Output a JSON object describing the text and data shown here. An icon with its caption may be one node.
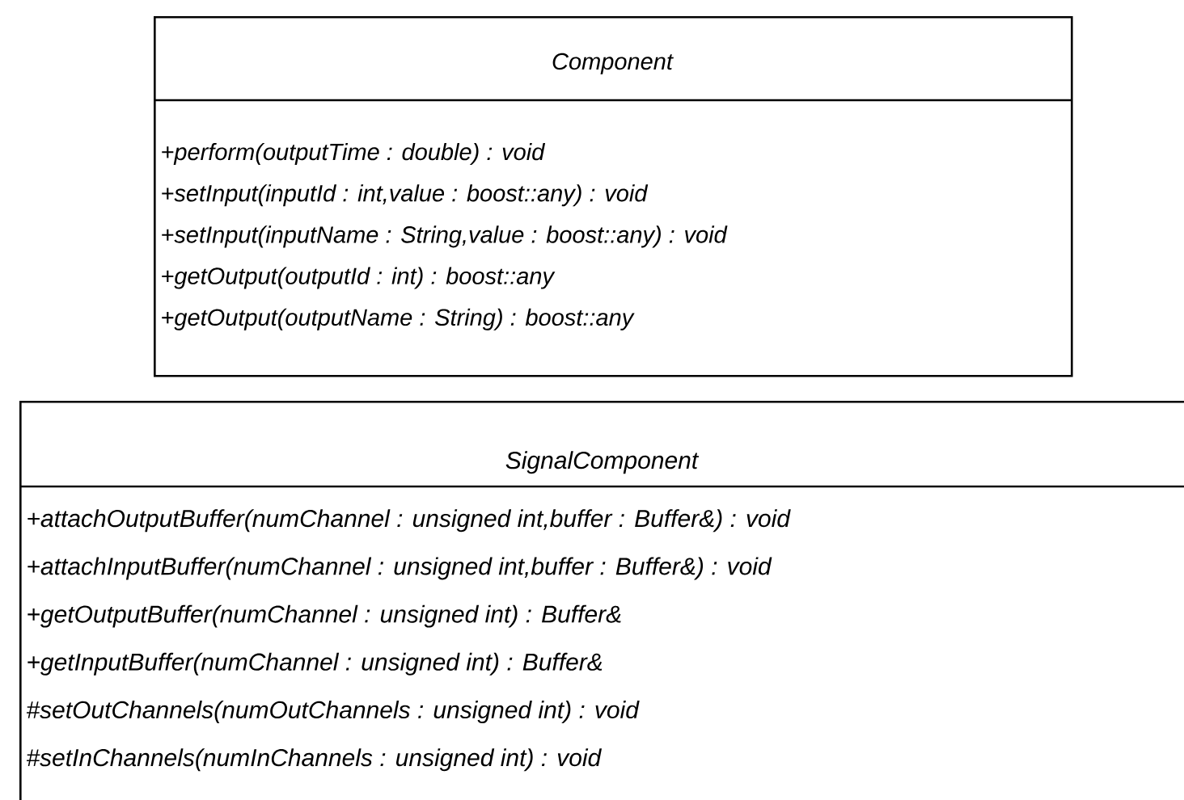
{
  "diagram": {
    "nodes": [
      {
        "text": [
          "Component",
          "+perform(outputTime : double) : void",
          "+setInput(inputId : int,value : boost::any) : void",
          "+setInput(inputName : String,value : boost::any) : void",
          "+getOutput(outputId : int) : boost::any",
          "+getOutput(outputName : String) : boost::any"
        ]
      },
      {
        "text": [
          "SignalComponent",
          "+attachOutputBuffer(numChannel : unsigned int,buffer : Buffer&) : void",
          "+attachInputBuffer(numChannel : unsigned int,buffer : Buffer&) : void",
          "+getOutputBuffer(numChannel : unsigned int) : Buffer&",
          "+getInputBuffer(numChannel : unsigned int) : Buffer&",
          "#setOutChannels(numOutChannels : unsigned int) : void",
          "#setInChannels(numInChannels : unsigned int) : void"
        ]
      }
    ]
  }
}
